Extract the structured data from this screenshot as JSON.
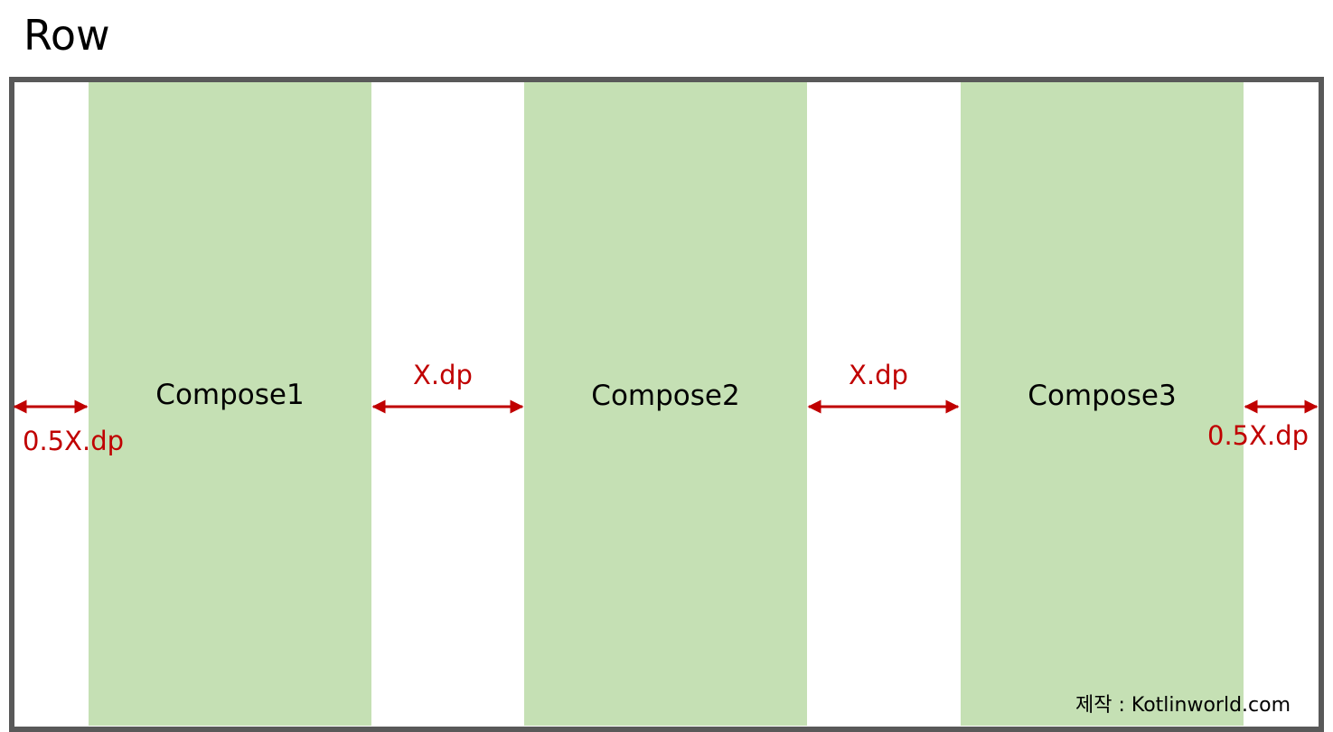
{
  "title": "Row",
  "colors": {
    "frame": "#595959",
    "compose_fill": "#c5e0b4",
    "annotation": "#c00000",
    "text": "#000000"
  },
  "composes": [
    {
      "label": "Compose1"
    },
    {
      "label": "Compose2"
    },
    {
      "label": "Compose3"
    }
  ],
  "gaps": {
    "edge_label": "0.5X.dp",
    "between_label": "X.dp"
  },
  "credit": "제작 : Kotlinworld.com"
}
